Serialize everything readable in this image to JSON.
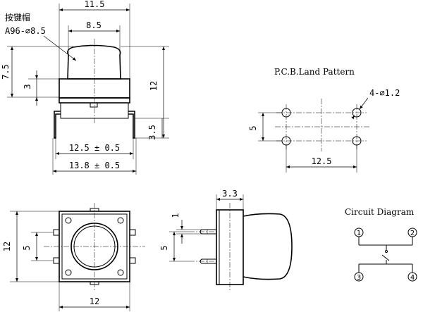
{
  "side_view": {
    "dim_width": "11.5",
    "dim_cap_width": "8.5",
    "cap_label_cn": "按键帽",
    "cap_label_model": "A96-⌀8.5",
    "dim_total_height": "7.5",
    "dim_cap_height": "3",
    "dim_body_height": "12",
    "dim_leg_length": "3.5",
    "dim_pin_span": "12.5 ± 0.5",
    "dim_outer_span": "13.8 ± 0.5"
  },
  "pcb": {
    "title": "P.C.B.Land Pattern",
    "hole_label": "4-⌀1.2",
    "dim_vertical": "5",
    "dim_horizontal": "12.5"
  },
  "top_view": {
    "dim_height": "12",
    "dim_pin_pitch": "5",
    "dim_width": "12"
  },
  "side_view_2": {
    "dim_depth": "3.3",
    "dim_pin": "1",
    "dim_pitch": "5"
  },
  "circuit": {
    "title": "Circuit Diagram",
    "pins": [
      "1",
      "2",
      "3",
      "4"
    ]
  }
}
